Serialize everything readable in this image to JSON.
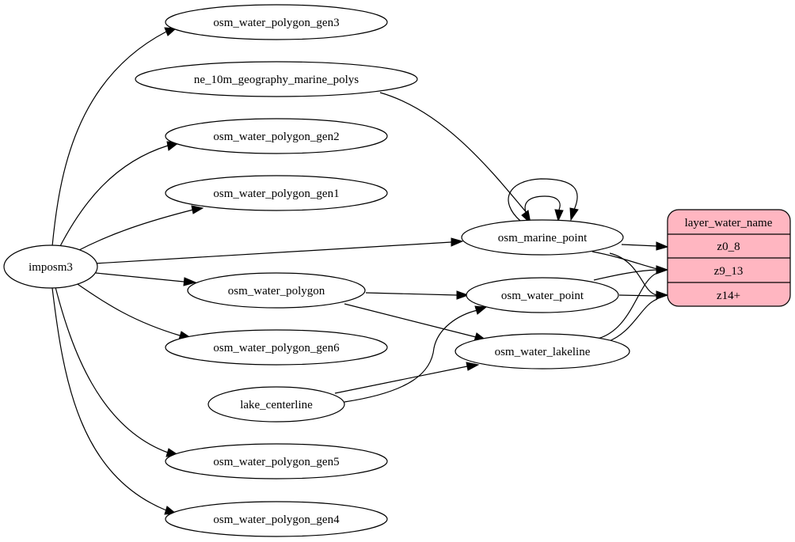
{
  "nodes": {
    "imposm3": "imposm3",
    "osm_water_polygon_gen3": "osm_water_polygon_gen3",
    "ne_10m_geography_marine_polys": "ne_10m_geography_marine_polys",
    "osm_water_polygon_gen2": "osm_water_polygon_gen2",
    "osm_water_polygon_gen1": "osm_water_polygon_gen1",
    "osm_marine_point": "osm_marine_point",
    "osm_water_polygon": "osm_water_polygon",
    "osm_water_point": "osm_water_point",
    "osm_water_lakeline": "osm_water_lakeline",
    "osm_water_polygon_gen6": "osm_water_polygon_gen6",
    "lake_centerline": "lake_centerline",
    "osm_water_polygon_gen5": "osm_water_polygon_gen5",
    "osm_water_polygon_gen4": "osm_water_polygon_gen4"
  },
  "layer": {
    "title": "layer_water_name",
    "zooms": [
      "z0_8",
      "z9_13",
      "z14+"
    ],
    "fill_color": "#ffb6c1"
  },
  "edges": [
    {
      "from": "imposm3",
      "to": "osm_water_polygon_gen3"
    },
    {
      "from": "imposm3",
      "to": "osm_water_polygon_gen2"
    },
    {
      "from": "imposm3",
      "to": "osm_water_polygon_gen1"
    },
    {
      "from": "imposm3",
      "to": "osm_marine_point"
    },
    {
      "from": "imposm3",
      "to": "osm_water_polygon"
    },
    {
      "from": "imposm3",
      "to": "osm_water_polygon_gen6"
    },
    {
      "from": "imposm3",
      "to": "osm_water_polygon_gen5"
    },
    {
      "from": "imposm3",
      "to": "osm_water_polygon_gen4"
    },
    {
      "from": "ne_10m_geography_marine_polys",
      "to": "osm_marine_point"
    },
    {
      "from": "osm_marine_point",
      "to": "osm_marine_point"
    },
    {
      "from": "osm_marine_point",
      "to": "z0_8"
    },
    {
      "from": "osm_marine_point",
      "to": "z9_13"
    },
    {
      "from": "osm_marine_point",
      "to": "z14+"
    },
    {
      "from": "osm_water_polygon",
      "to": "osm_water_point"
    },
    {
      "from": "osm_water_polygon",
      "to": "osm_water_lakeline"
    },
    {
      "from": "lake_centerline",
      "to": "osm_water_point"
    },
    {
      "from": "lake_centerline",
      "to": "osm_water_lakeline"
    },
    {
      "from": "osm_water_point",
      "to": "z9_13"
    },
    {
      "from": "osm_water_point",
      "to": "z14+"
    },
    {
      "from": "osm_water_lakeline",
      "to": "z9_13"
    },
    {
      "from": "osm_water_lakeline",
      "to": "z14+"
    }
  ]
}
